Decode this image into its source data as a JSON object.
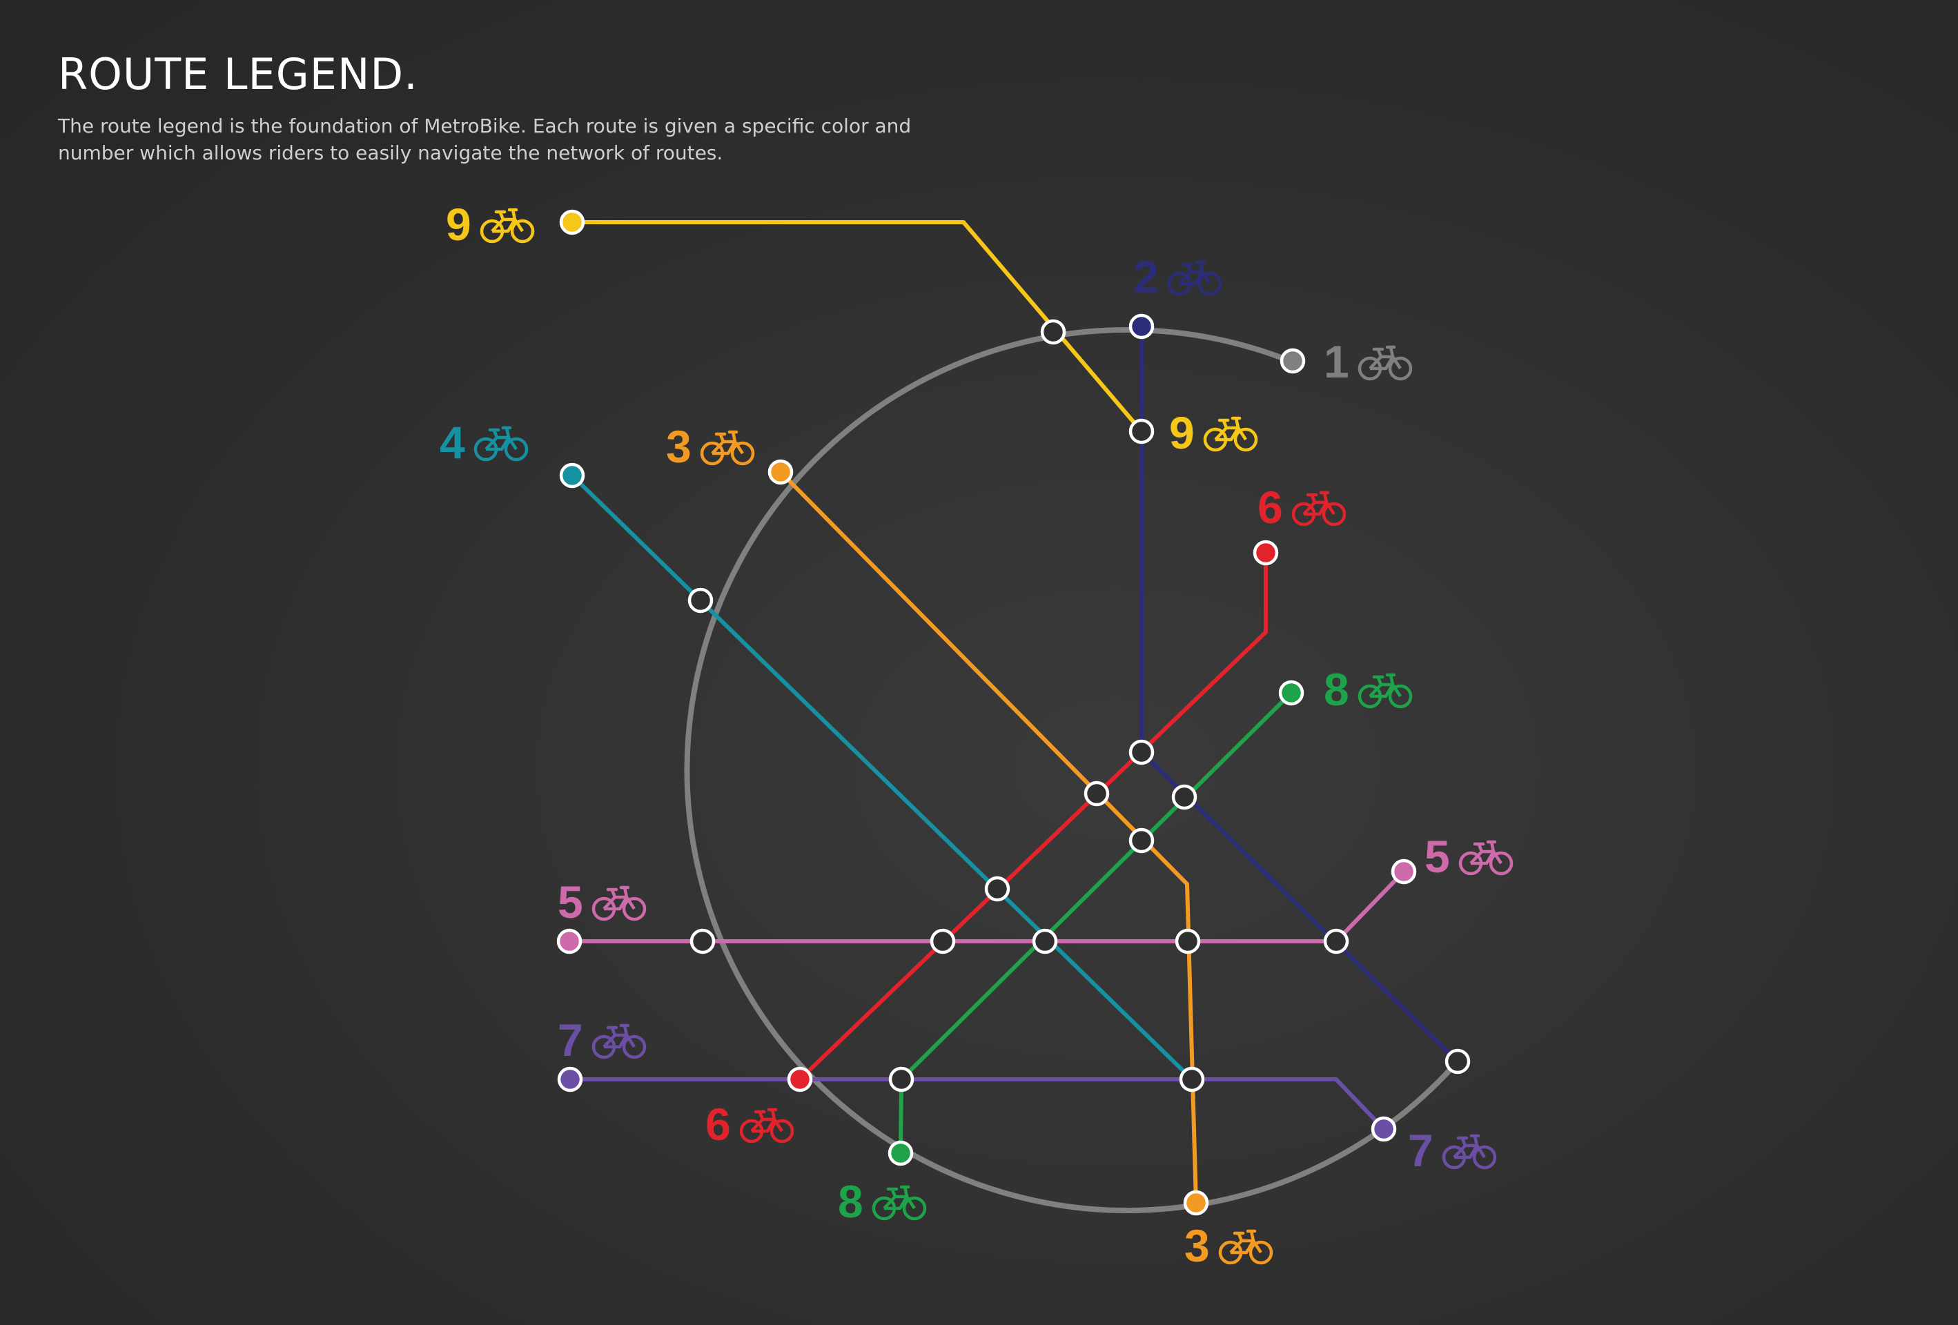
{
  "header": {
    "title": "ROUTE LEGEND.",
    "description": "The route legend is the foundation of MetroBike. Each route is given a specific color and number which allows riders to easily navigate the network of routes."
  },
  "icon": "bike-icon",
  "routes": [
    {
      "id": "route-1",
      "number": "1",
      "color": "#808080"
    },
    {
      "id": "route-2",
      "number": "2",
      "color": "#2b2d7a"
    },
    {
      "id": "route-3",
      "number": "3",
      "color": "#f39a22"
    },
    {
      "id": "route-4",
      "number": "4",
      "color": "#1591a1"
    },
    {
      "id": "route-5",
      "number": "5",
      "color": "#cc6aaa"
    },
    {
      "id": "route-6",
      "number": "6",
      "color": "#e3232b"
    },
    {
      "id": "route-7",
      "number": "7",
      "color": "#6a4fa4"
    },
    {
      "id": "route-8",
      "number": "8",
      "color": "#1ea24a"
    },
    {
      "id": "route-9",
      "number": "9",
      "color": "#f6c719"
    }
  ]
}
